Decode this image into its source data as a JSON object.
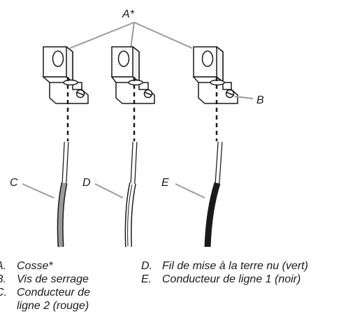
{
  "callouts": {
    "a": "A*",
    "b": "B",
    "c": "C",
    "d": "D",
    "e": "E"
  },
  "legend": {
    "left": [
      {
        "key": "A.",
        "lines": [
          "Cosse*"
        ]
      },
      {
        "key": "B.",
        "lines": [
          "Vis de serrage"
        ]
      },
      {
        "key": "C.",
        "lines": [
          "Conducteur de",
          "ligne 2 (rouge)"
        ]
      }
    ],
    "right": [
      {
        "key": "D.",
        "lines": [
          "Fil de mise à la terre nu (vert)"
        ]
      },
      {
        "key": "E.",
        "lines": [
          "Conducteur de ligne 1 (noir)"
        ]
      }
    ]
  },
  "colors": {
    "wire_c": "#9a9a9a",
    "wire_d": "#ffffff",
    "wire_e": "#1a1a1a",
    "leader": "#9b9b9b",
    "outline": "#1a1a1a"
  }
}
